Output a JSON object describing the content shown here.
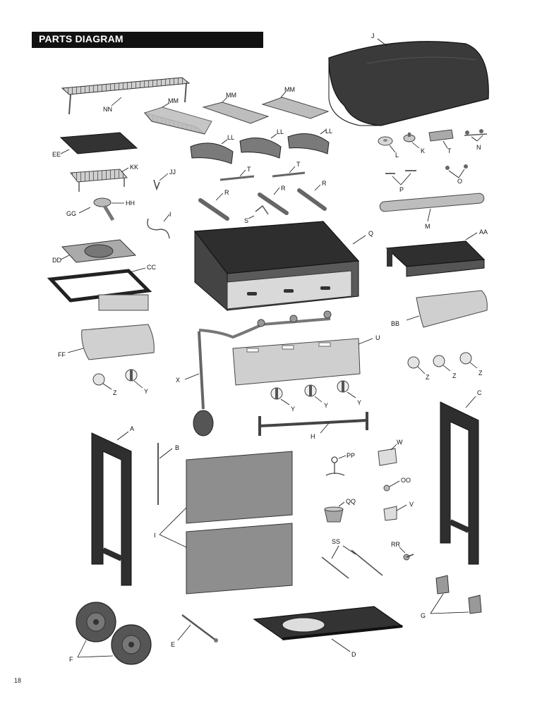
{
  "title": "PARTS DIAGRAM",
  "page_number": "18",
  "colors": {
    "header_bg": "#111111",
    "header_text": "#ffffff",
    "part_dark": "#3a3a3a",
    "part_mid": "#8a8a8a",
    "part_light": "#d4d4d4"
  },
  "parts": {
    "J": "J",
    "NN": "NN",
    "MM1": "MM",
    "MM2": "MM",
    "MM3": "MM",
    "EE": "EE",
    "LL1": "LL",
    "LL2": "LL",
    "LL3": "LL",
    "L": "L",
    "K": "K",
    "T1": "T",
    "N": "N",
    "KK": "KK",
    "JJ": "JJ",
    "T2": "T",
    "T3": "T",
    "P": "P",
    "O": "O",
    "GG": "GG",
    "HH": "HH",
    "R1": "R",
    "R2": "R",
    "R3": "R",
    "S": "S",
    "M": "M",
    "I1": "I",
    "Q": "Q",
    "AA": "AA",
    "DD": "DD",
    "CC": "CC",
    "BB": "BB",
    "U": "U",
    "FF": "FF",
    "X": "X",
    "Z1": "Z",
    "Y1": "Y",
    "Z2": "Z",
    "Z3": "Z",
    "Z4": "Z",
    "Y2": "Y",
    "Y3": "Y",
    "Y4": "Y",
    "C": "C",
    "A": "A",
    "B": "B",
    "H": "H",
    "W": "W",
    "PP": "PP",
    "OO": "OO",
    "QQ": "QQ",
    "V": "V",
    "I2": "I",
    "SS": "SS",
    "RR": "RR",
    "G": "G",
    "E": "E",
    "F": "F",
    "D": "D"
  }
}
